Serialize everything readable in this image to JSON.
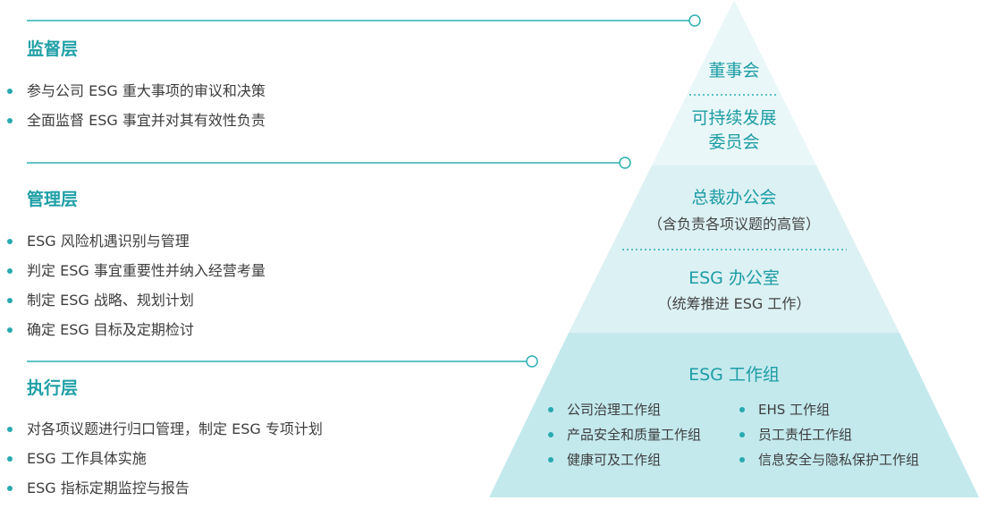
{
  "colors": {
    "accent": "#1e9fa6",
    "line": "#2bb0b4",
    "pyramid_top": "#eaf7f8",
    "pyramid_mid": "#dcf1f3",
    "pyramid_bottom": "#c3e9ed"
  },
  "layers": [
    {
      "title": "监督层",
      "bullets": [
        "参与公司 ESG 重大事项的审议和决策",
        "全面监督 ESG 事宜并对其有效性负责"
      ]
    },
    {
      "title": "管理层",
      "bullets": [
        "ESG 风险机遇识别与管理",
        "判定 ESG 事宜重要性并纳入经营考量",
        "制定 ESG 战略、规划计划",
        "确定 ESG 目标及定期检讨"
      ]
    },
    {
      "title": "执行层",
      "bullets": [
        "对各项议题进行归口管理，制定 ESG 专项计划",
        "ESG 工作具体实施",
        "ESG 指标定期监控与报告"
      ]
    }
  ],
  "pyramid": {
    "board": "董事会",
    "committee_line1": "可持续发展",
    "committee_line2": "委员会",
    "president_office": "总裁办公会",
    "president_office_note": "（含负责各项议题的高管）",
    "esg_office": "ESG 办公室",
    "esg_office_note": "（统筹推进 ESG 工作）",
    "working_group": "ESG 工作组",
    "groups_left": [
      "公司治理工作组",
      "产品安全和质量工作组",
      "健康可及工作组"
    ],
    "groups_right": [
      "EHS 工作组",
      "员工责任工作组",
      "信息安全与隐私保护工作组"
    ]
  }
}
